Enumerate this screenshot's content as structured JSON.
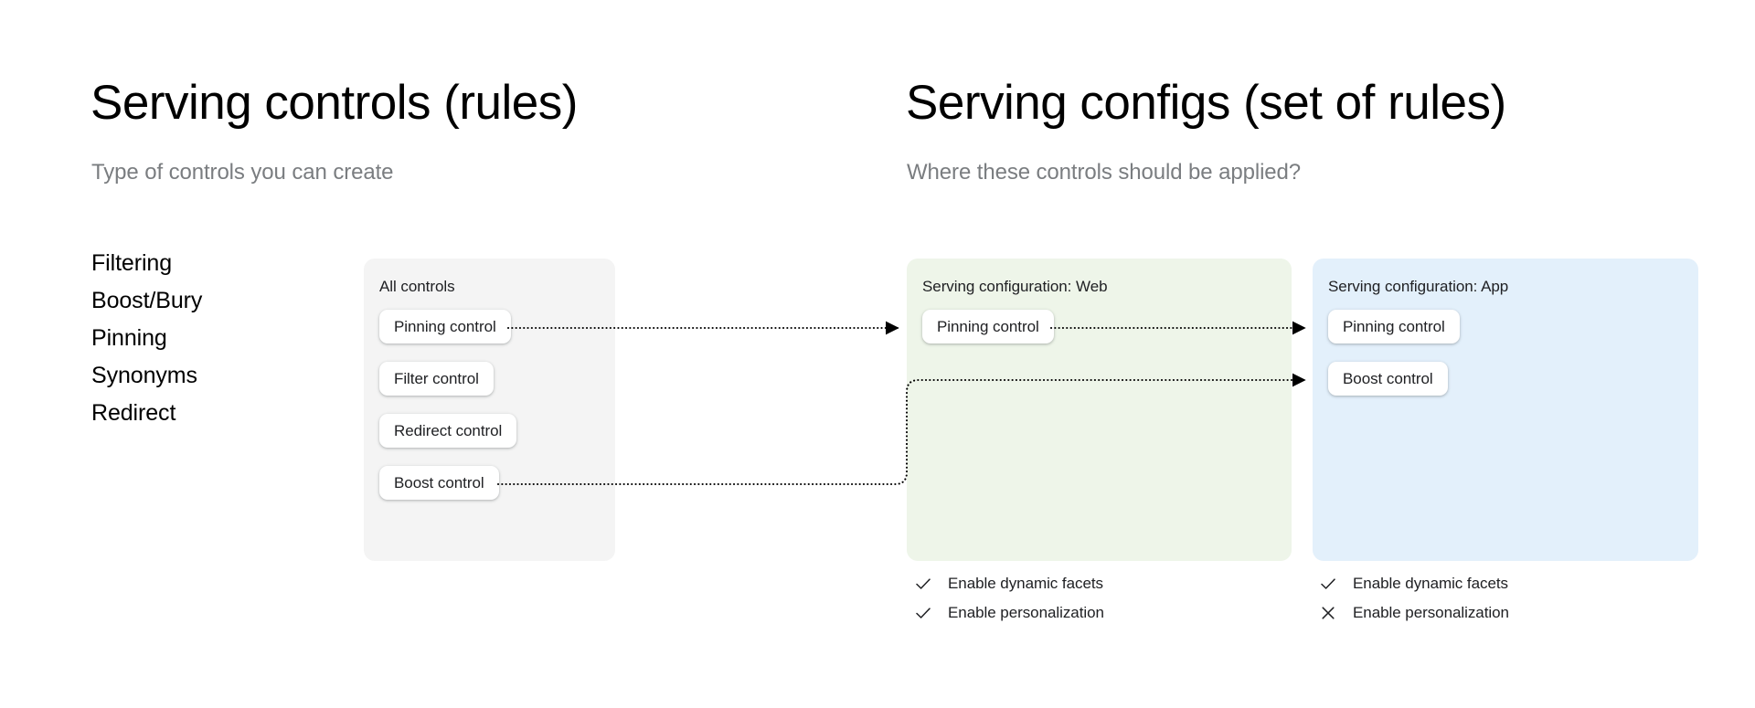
{
  "left_column": {
    "title": "Serving controls (rules)",
    "subtitle": "Type of controls you can create",
    "control_types": [
      "Filtering",
      "Boost/Bury",
      "Pinning",
      "Synonyms",
      "Redirect"
    ]
  },
  "right_column": {
    "title": "Serving configs (set of rules)",
    "subtitle": "Where these controls should be applied?"
  },
  "panels": {
    "all_controls": {
      "title": "All controls",
      "background": "#f4f4f4",
      "chips": [
        {
          "label": "Pinning control"
        },
        {
          "label": "Filter control"
        },
        {
          "label": "Redirect control"
        },
        {
          "label": "Boost control"
        }
      ]
    },
    "serving_config_web": {
      "title": "Serving configuration: Web",
      "background": "#eef5e9",
      "chips": [
        {
          "label": "Pinning control"
        }
      ],
      "options": [
        {
          "label": "Enable dynamic facets",
          "icon": "check-icon",
          "enabled": true
        },
        {
          "label": "Enable personalization",
          "icon": "check-icon",
          "enabled": true
        }
      ]
    },
    "serving_config_app": {
      "title": "Serving configuration: App",
      "background": "#e3f0fb",
      "chips": [
        {
          "label": "Pinning control"
        },
        {
          "label": "Boost control"
        }
      ],
      "options": [
        {
          "label": "Enable dynamic facets",
          "icon": "check-icon",
          "enabled": true
        },
        {
          "label": "Enable personalization",
          "icon": "close-icon",
          "enabled": false
        }
      ]
    }
  },
  "connectors": {
    "style": "dotted",
    "color": "#000000",
    "flows": [
      {
        "from": "all-controls.pinning-control",
        "to": "serving-config-web.pinning-control"
      },
      {
        "from": "serving-config-web.pinning-control",
        "to": "serving-config-app.pinning-control"
      },
      {
        "from": "all-controls.boost-control",
        "to": "serving-config-app.boost-control"
      }
    ]
  }
}
